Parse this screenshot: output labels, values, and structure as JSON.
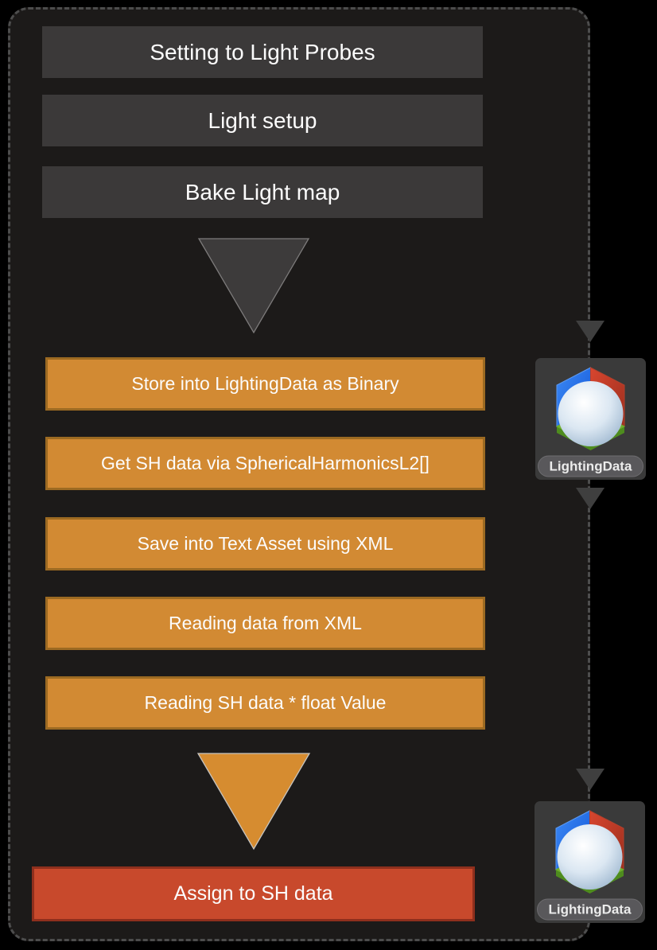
{
  "diagram": {
    "title_context": "Light Probe SH data bake and assignment flow",
    "colors": {
      "outer_background": "#000000",
      "panel_background": "#1c1a19",
      "dashed_border": "#4d4d4d",
      "setup_step_fill": "#3b3939",
      "process_step_fill": "#d28a33",
      "process_step_border": "#9c6a22",
      "final_step_fill": "#c8492c",
      "final_step_border": "#8f2f1d",
      "gray_triangle_fill": "#3d3b3b",
      "arrowhead_fill": "#3f3f3f",
      "step_text": "#fcfcfc"
    },
    "setup_steps": [
      {
        "label": "Setting to Light Probes"
      },
      {
        "label": "Light setup"
      },
      {
        "label": "Bake Light map"
      }
    ],
    "process_steps": [
      {
        "label": "Store into LightingData as Binary"
      },
      {
        "label": "Get SH data via SphericalHarmonicsL2[]"
      },
      {
        "label": "Save into Text Asset using XML"
      },
      {
        "label": "Reading data from XML"
      },
      {
        "label": "Reading SH data * float Value"
      }
    ],
    "final_step": {
      "label": "Assign to SH data"
    },
    "assets": [
      {
        "label": "LightingData"
      },
      {
        "label": "LightingData"
      }
    ]
  }
}
